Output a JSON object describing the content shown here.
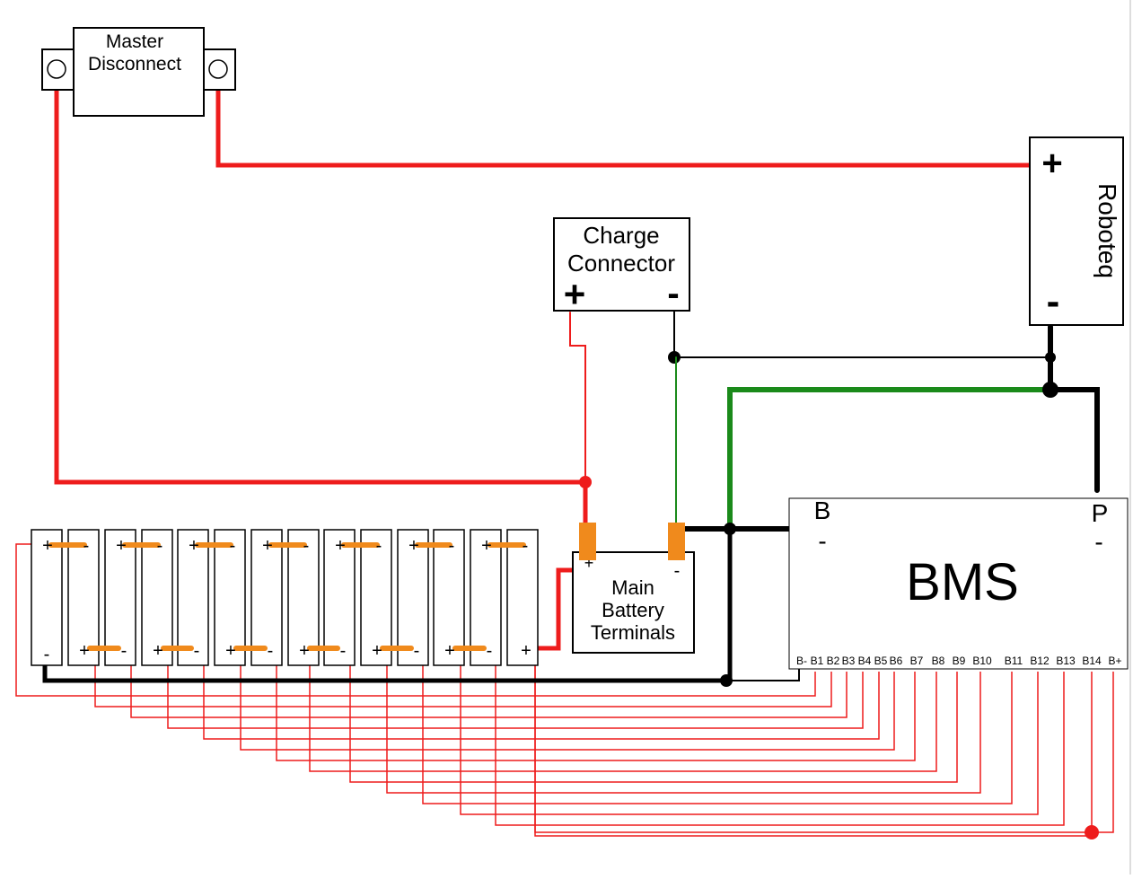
{
  "master_disconnect": {
    "line1": "Master",
    "line2": "Disconnect"
  },
  "charge_connector": {
    "line1": "Charge",
    "line2": "Connector",
    "plus": "+",
    "minus": "-"
  },
  "roboteq": {
    "label": "Roboteq",
    "plus": "+",
    "minus": "-"
  },
  "main_battery": {
    "line1": "Main",
    "line2": "Battery",
    "line3": "Terminals",
    "plus": "+",
    "minus": "-"
  },
  "bms": {
    "title": "BMS",
    "b_label": "B",
    "b_minus": "-",
    "p_label": "P",
    "p_minus": "-",
    "pins": [
      "B-",
      "B1",
      "B2",
      "B3",
      "B4",
      "B5",
      "B6",
      "B7",
      "B8",
      "B9",
      "B10",
      "B11",
      "B12",
      "B13",
      "B14",
      "B+"
    ]
  },
  "cells": {
    "plus": "+",
    "minus": "-"
  },
  "colors": {
    "positive_wire": "#ee1c1c",
    "negative_wire": "#000000",
    "balance_wire": "#1a8a1a",
    "terminal": "#f08a1c"
  }
}
